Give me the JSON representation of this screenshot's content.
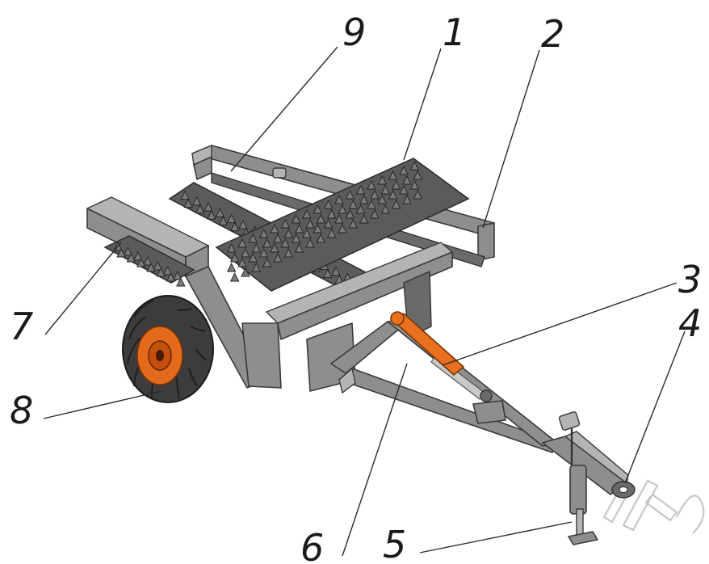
{
  "callouts": [
    {
      "id": "1",
      "label": "1"
    },
    {
      "id": "2",
      "label": "2"
    },
    {
      "id": "3",
      "label": "3"
    },
    {
      "id": "4",
      "label": "4"
    },
    {
      "id": "5",
      "label": "5"
    },
    {
      "id": "6",
      "label": "6"
    },
    {
      "id": "7",
      "label": "7"
    },
    {
      "id": "8",
      "label": "8"
    },
    {
      "id": "9",
      "label": "9"
    }
  ],
  "watermark": {
    "text": "ik"
  },
  "colors": {
    "frame": "#8e8e8e",
    "roller": "#5b5b5b",
    "wheel_rim": "#e26a1a",
    "hydraulic_cylinder": "#e8701e",
    "tyre": "#3c3c3c"
  },
  "icons": {
    "jack_handle": "jack-handle-icon"
  }
}
